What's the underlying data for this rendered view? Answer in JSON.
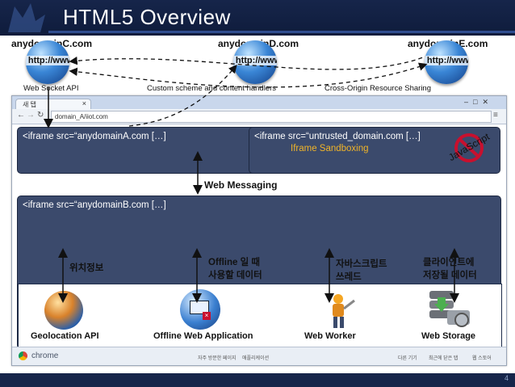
{
  "title": "HTML5 Overview",
  "domains": {
    "c": "anydomainC.com",
    "d": "anydomainD.com",
    "e": "anydomainE.com",
    "globe_text": "http://www"
  },
  "apis": {
    "websocket": "Web Socket API",
    "custom_scheme": "Custom scheme and content handlers",
    "cors": "Cross-Origin Resource Sharing"
  },
  "browser": {
    "tab_label": "새 탭",
    "url": "domain_A/iiot.com",
    "iframe_a": "<iframe src=“anydomainA.com […]",
    "iframe_untrusted": "<iframe src=“untrusted_domain.com […]",
    "sandbox": "Iframe Sandboxing",
    "no_javascript": "JavaScript",
    "iframe_b": "<iframe src=“anydomainB.com […]",
    "web_messaging": "Web Messaging",
    "chrome_label": "chrome",
    "status_items": [
      "자주 방문한 페이지",
      "애플리케이션",
      "다른 기기",
      "최근에 닫은 탭",
      "웹 스토어"
    ]
  },
  "features": {
    "geolocation_note": "위치정보",
    "offline_note": [
      "Offline 일 때",
      "사용할 데이터"
    ],
    "worker_note": [
      "자바스크립트",
      "쓰레드"
    ],
    "storage_note": [
      "클라이언트에",
      "저장될 데이터"
    ],
    "geolocation": "Geolocation API",
    "offline": "Offline Web Application",
    "worker": "Web Worker",
    "storage": "Web Storage"
  },
  "page_number": "4",
  "colors": {
    "header": "#16254a",
    "iframe_fill": "#3b4a6c",
    "sandbox_text": "#f0b429",
    "forbidden": "#c8102e"
  }
}
